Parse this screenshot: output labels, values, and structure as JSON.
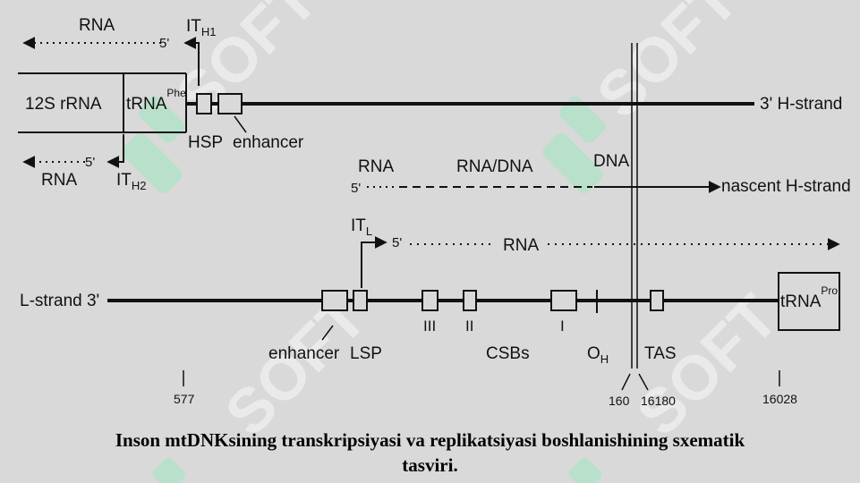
{
  "watermark": {
    "text": "SOFT",
    "accent": "#9ee6c0"
  },
  "labels": {
    "rna_top": "RNA",
    "five_prime_top": "5'",
    "it_h1_main": "IT",
    "it_h1_sub": "H1",
    "rrna_12s": "12S rRNA",
    "trna_phe_main": "tRNA",
    "trna_phe_sup": "Phe",
    "three_prime_h": "3'",
    "h_strand": "H-strand",
    "hsp": "HSP",
    "enhancer_top": "enhancer",
    "five_prime_h2": "5'",
    "rna_h2": "RNA",
    "it_h2_main": "IT",
    "it_h2_sub": "H2",
    "rna_nascent": "RNA",
    "rna_dna": "RNA/DNA",
    "dna": "DNA",
    "five_prime_nascent": "5'",
    "nascent_h_strand": "nascent H-strand",
    "it_l_main": "IT",
    "it_l_sub": "L",
    "five_prime_l": "5'",
    "rna_l": "RNA",
    "l_strand": "L-strand 3'",
    "trna_pro_main": "tRNA",
    "trna_pro_sup": "Pro",
    "csb_iii": "III",
    "csb_ii": "II",
    "csb_i": "I",
    "enhancer_bottom": "enhancer",
    "lsp": "LSP",
    "csbs": "CSBs",
    "oh_main": "O",
    "oh_sub": "H",
    "tas": "TAS",
    "pos_577": "577",
    "pos_160": "160",
    "pos_16180": "16180",
    "pos_16028": "16028"
  },
  "caption": {
    "line1": "Inson mtDNKsining transkripsiyasi va replikatsiyasi boshlanishining sxematik",
    "line2": "tasviri."
  }
}
